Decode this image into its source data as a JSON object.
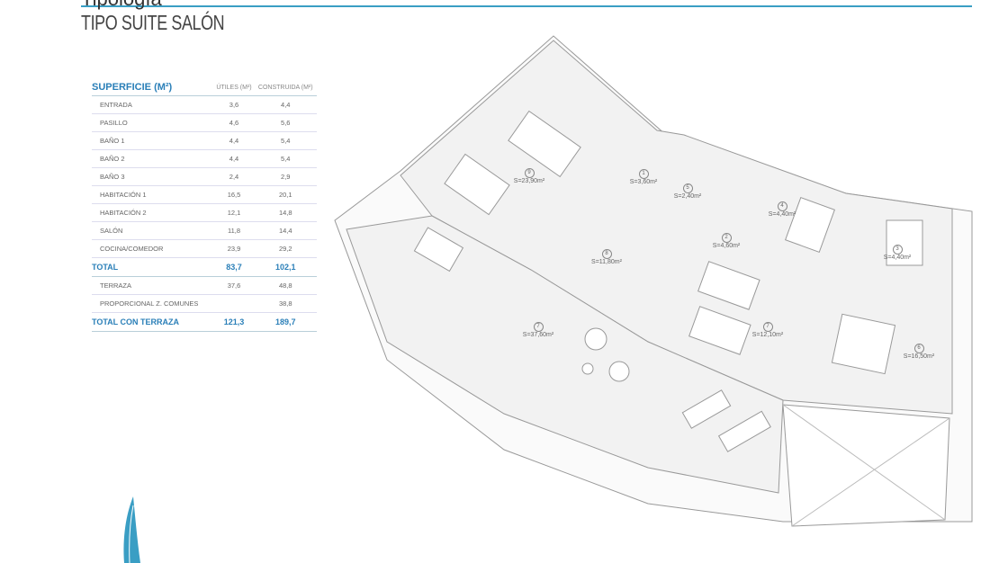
{
  "header": {
    "cut_text": "Tipología",
    "title": "TIPO SUITE SALÓN"
  },
  "table": {
    "headers": [
      "SUPERFICIE (M²)",
      "ÚTILES (M²)",
      "CONSTRUIDA (M²)"
    ],
    "rows": [
      {
        "name": "ENTRADA",
        "utiles": "3,6",
        "construida": "4,4"
      },
      {
        "name": "PASILLO",
        "utiles": "4,6",
        "construida": "5,6"
      },
      {
        "name": "BAÑO 1",
        "utiles": "4,4",
        "construida": "5,4"
      },
      {
        "name": "BAÑO 2",
        "utiles": "4,4",
        "construida": "5,4"
      },
      {
        "name": "BAÑO 3",
        "utiles": "2,4",
        "construida": "2,9"
      },
      {
        "name": "HABITACIÓN 1",
        "utiles": "16,5",
        "construida": "20,1"
      },
      {
        "name": "HABITACIÓN 2",
        "utiles": "12,1",
        "construida": "14,8"
      },
      {
        "name": "SALÓN",
        "utiles": "11,8",
        "construida": "14,4"
      },
      {
        "name": "COCINA/COMEDOR",
        "utiles": "23,9",
        "construida": "29,2"
      }
    ],
    "total": {
      "name": "TOTAL",
      "utiles": "83,7",
      "construida": "102,1"
    },
    "extra": [
      {
        "name": "TERRAZA",
        "utiles": "37,6",
        "construida": "48,8"
      },
      {
        "name": "PROPORCIONAL Z. COMUNES",
        "utiles": "",
        "construida": "38,8"
      }
    ],
    "grand_total": {
      "name": "TOTAL CON TERRAZA",
      "utiles": "121,3",
      "construida": "189,7"
    }
  },
  "rooms": [
    {
      "num": "9",
      "area": "S=23,90m²"
    },
    {
      "num": "1",
      "area": "S=3,60m²"
    },
    {
      "num": "5",
      "area": "S=2,40m²"
    },
    {
      "num": "4",
      "area": "S=4,40m²"
    },
    {
      "num": "2",
      "area": "S=4,60m²"
    },
    {
      "num": "3",
      "area": "S=4,40m²"
    },
    {
      "num": "8",
      "area": "S=11,80m²"
    },
    {
      "num": "7",
      "area": "S=37,60m²"
    },
    {
      "num": "7",
      "area": "S=12,10m²"
    },
    {
      "num": "6",
      "area": "S=16,50m²"
    }
  ],
  "colors": {
    "accent": "#2a7fb8",
    "line": "#3a9ec4",
    "plan_fill": "#f2f2f2",
    "plan_stroke": "#999999"
  }
}
